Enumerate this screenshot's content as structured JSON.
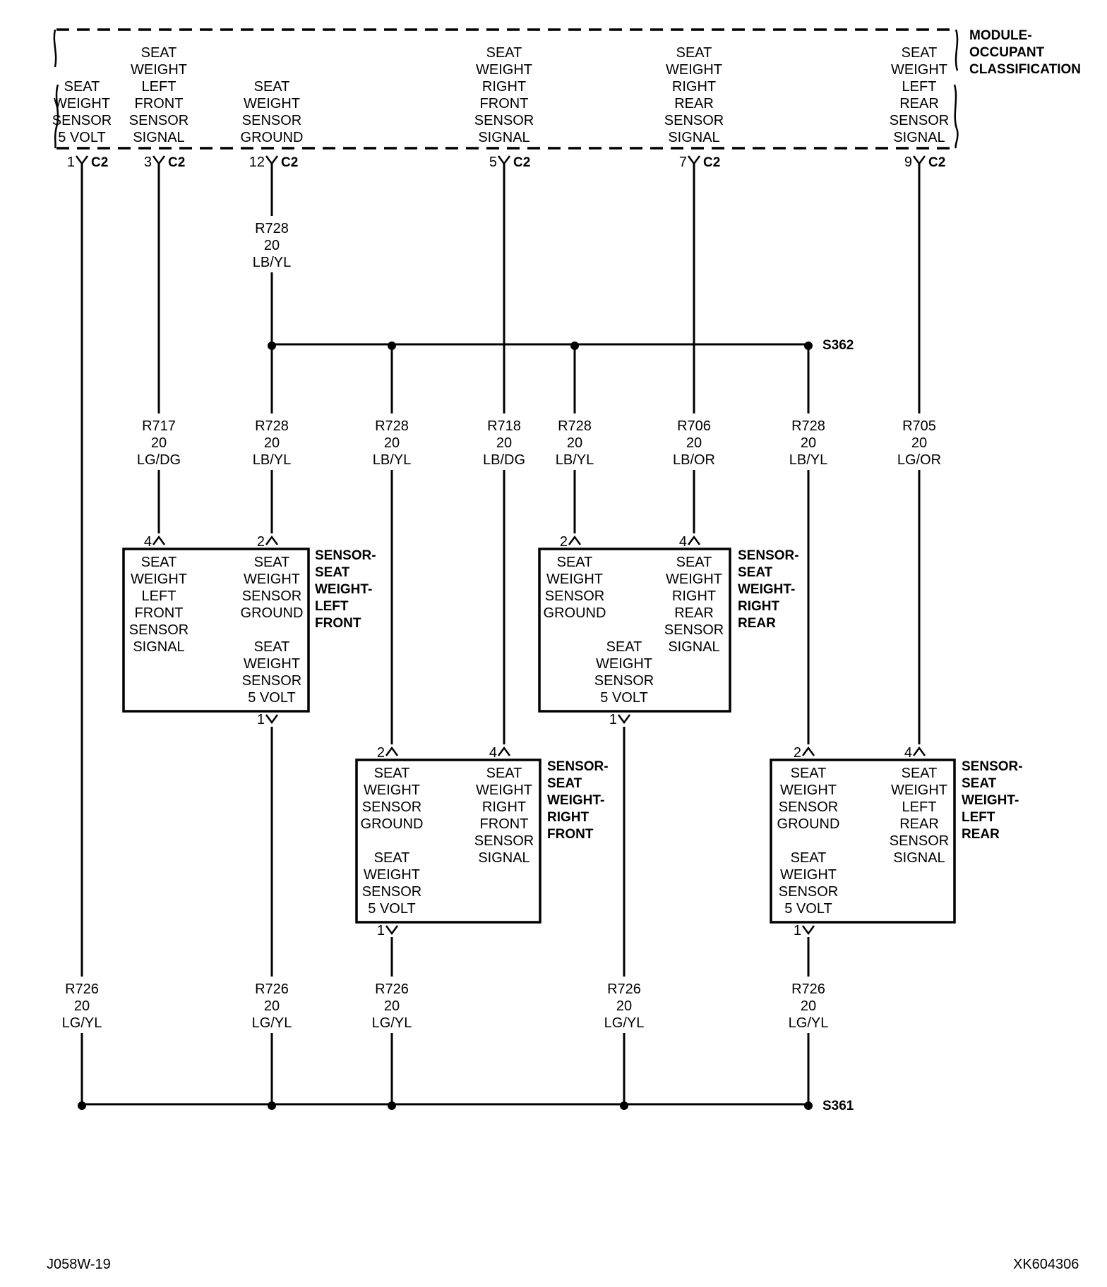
{
  "module": {
    "name_lines": [
      "MODULE-",
      "OCCUPANT",
      "CLASSIFICATION"
    ],
    "connector": "C2",
    "pins": [
      {
        "pin": "1",
        "lines": [
          "SEAT",
          "WEIGHT",
          "SENSOR",
          "5 VOLT"
        ]
      },
      {
        "pin": "3",
        "lines": [
          "SEAT",
          "WEIGHT",
          "LEFT",
          "FRONT",
          "SENSOR",
          "SIGNAL"
        ]
      },
      {
        "pin": "12",
        "lines": [
          "SEAT",
          "WEIGHT",
          "SENSOR",
          "GROUND"
        ]
      },
      {
        "pin": "5",
        "lines": [
          "SEAT",
          "WEIGHT",
          "RIGHT",
          "FRONT",
          "SENSOR",
          "SIGNAL"
        ]
      },
      {
        "pin": "7",
        "lines": [
          "SEAT",
          "WEIGHT",
          "RIGHT",
          "REAR",
          "SENSOR",
          "SIGNAL"
        ]
      },
      {
        "pin": "9",
        "lines": [
          "SEAT",
          "WEIGHT",
          "LEFT",
          "REAR",
          "SENSOR",
          "SIGNAL"
        ]
      }
    ]
  },
  "wires": [
    {
      "lines": [
        "R728",
        "20",
        "LB/YL"
      ]
    },
    {
      "lines": [
        "R717",
        "20",
        "LG/DG"
      ]
    },
    {
      "lines": [
        "R728",
        "20",
        "LB/YL"
      ]
    },
    {
      "lines": [
        "R728",
        "20",
        "LB/YL"
      ]
    },
    {
      "lines": [
        "R718",
        "20",
        "LB/DG"
      ]
    },
    {
      "lines": [
        "R728",
        "20",
        "LB/YL"
      ]
    },
    {
      "lines": [
        "R706",
        "20",
        "LB/OR"
      ]
    },
    {
      "lines": [
        "R728",
        "20",
        "LB/YL"
      ]
    },
    {
      "lines": [
        "R705",
        "20",
        "LG/OR"
      ]
    },
    {
      "lines": [
        "R726",
        "20",
        "LG/YL"
      ]
    },
    {
      "lines": [
        "R726",
        "20",
        "LG/YL"
      ]
    },
    {
      "lines": [
        "R726",
        "20",
        "LG/YL"
      ]
    },
    {
      "lines": [
        "R726",
        "20",
        "LG/YL"
      ]
    },
    {
      "lines": [
        "R726",
        "20",
        "LG/YL"
      ]
    }
  ],
  "splices": {
    "ground": "S362",
    "volt": "S361"
  },
  "sensors": [
    {
      "name_lines": [
        "SENSOR-",
        "SEAT",
        "WEIGHT-",
        "LEFT",
        "FRONT"
      ],
      "pins": [
        "4",
        "2",
        "1"
      ],
      "texts": [
        [
          "SEAT",
          "WEIGHT",
          "LEFT",
          "FRONT",
          "SENSOR",
          "SIGNAL"
        ],
        [
          "SEAT",
          "WEIGHT",
          "SENSOR",
          "GROUND"
        ],
        [
          "SEAT",
          "WEIGHT",
          "SENSOR",
          "5 VOLT"
        ]
      ]
    },
    {
      "name_lines": [
        "SENSOR-",
        "SEAT",
        "WEIGHT-",
        "RIGHT",
        "REAR"
      ],
      "pins": [
        "2",
        "4",
        "1"
      ],
      "texts": [
        [
          "SEAT",
          "WEIGHT",
          "SENSOR",
          "GROUND"
        ],
        [
          "SEAT",
          "WEIGHT",
          "RIGHT",
          "REAR",
          "SENSOR",
          "SIGNAL"
        ],
        [
          "SEAT",
          "WEIGHT",
          "SENSOR",
          "5 VOLT"
        ]
      ]
    },
    {
      "name_lines": [
        "SENSOR-",
        "SEAT",
        "WEIGHT-",
        "RIGHT",
        "FRONT"
      ],
      "pins": [
        "2",
        "4",
        "1"
      ],
      "texts": [
        [
          "SEAT",
          "WEIGHT",
          "SENSOR",
          "GROUND"
        ],
        [
          "SEAT",
          "WEIGHT",
          "RIGHT",
          "FRONT",
          "SENSOR",
          "SIGNAL"
        ],
        [
          "SEAT",
          "WEIGHT",
          "SENSOR",
          "5 VOLT"
        ]
      ]
    },
    {
      "name_lines": [
        "SENSOR-",
        "SEAT",
        "WEIGHT-",
        "LEFT",
        "REAR"
      ],
      "pins": [
        "2",
        "4",
        "1"
      ],
      "texts": [
        [
          "SEAT",
          "WEIGHT",
          "SENSOR",
          "GROUND"
        ],
        [
          "SEAT",
          "WEIGHT",
          "LEFT",
          "REAR",
          "SENSOR",
          "SIGNAL"
        ],
        [
          "SEAT",
          "WEIGHT",
          "SENSOR",
          "5 VOLT"
        ]
      ]
    }
  ],
  "footer": {
    "left": "J058W-19",
    "right": "XK604306"
  }
}
